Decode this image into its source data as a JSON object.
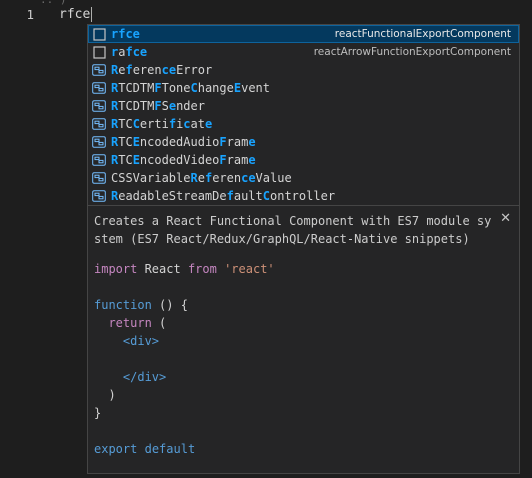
{
  "editor": {
    "line_number": "1",
    "typed_text": "rfce"
  },
  "suggestions": [
    {
      "segments": [
        {
          "t": "rfce",
          "m": true
        }
      ],
      "detail": "reactFunctionalExportComponent",
      "icon": "snippet-icon",
      "selected": true
    },
    {
      "segments": [
        {
          "t": "r",
          "m": true
        },
        {
          "t": "a",
          "m": false
        },
        {
          "t": "fce",
          "m": true
        }
      ],
      "detail": "reactArrowFunctionExportComponent",
      "icon": "snippet-icon",
      "selected": false
    },
    {
      "segments": [
        {
          "t": "R",
          "m": true
        },
        {
          "t": "e",
          "m": false
        },
        {
          "t": "f",
          "m": true
        },
        {
          "t": "eren",
          "m": false
        },
        {
          "t": "ce",
          "m": true
        },
        {
          "t": "Error",
          "m": false
        }
      ],
      "detail": "",
      "icon": "class-icon",
      "selected": false
    },
    {
      "segments": [
        {
          "t": "R",
          "m": true
        },
        {
          "t": "TCDTM",
          "m": false
        },
        {
          "t": "F",
          "m": true
        },
        {
          "t": "Tone",
          "m": false
        },
        {
          "t": "C",
          "m": true
        },
        {
          "t": "hange",
          "m": false
        },
        {
          "t": "E",
          "m": true
        },
        {
          "t": "vent",
          "m": false
        }
      ],
      "detail": "",
      "icon": "class-icon",
      "selected": false
    },
    {
      "segments": [
        {
          "t": "R",
          "m": true
        },
        {
          "t": "TC",
          "m": false
        },
        {
          "t": "D",
          "m": false
        },
        {
          "t": "TM",
          "m": false
        },
        {
          "t": "F",
          "m": true
        },
        {
          "t": "S",
          "m": false
        },
        {
          "t": "e",
          "m": true
        },
        {
          "t": "nder",
          "m": false
        }
      ],
      "detail": "",
      "icon": "class-icon",
      "selected": false
    },
    {
      "segments": [
        {
          "t": "R",
          "m": true
        },
        {
          "t": "TC",
          "m": false
        },
        {
          "t": "C",
          "m": true
        },
        {
          "t": "erti",
          "m": false
        },
        {
          "t": "f",
          "m": true
        },
        {
          "t": "i",
          "m": false
        },
        {
          "t": "c",
          "m": true
        },
        {
          "t": "at",
          "m": false
        },
        {
          "t": "e",
          "m": true
        }
      ],
      "detail": "",
      "icon": "class-icon",
      "selected": false
    },
    {
      "segments": [
        {
          "t": "R",
          "m": true
        },
        {
          "t": "TC",
          "m": false
        },
        {
          "t": "E",
          "m": true
        },
        {
          "t": "ncodedAudio",
          "m": false
        },
        {
          "t": "F",
          "m": true
        },
        {
          "t": "ram",
          "m": false
        },
        {
          "t": "e",
          "m": true
        }
      ],
      "detail": "",
      "icon": "class-icon",
      "selected": false
    },
    {
      "segments": [
        {
          "t": "R",
          "m": true
        },
        {
          "t": "TC",
          "m": false
        },
        {
          "t": "E",
          "m": true
        },
        {
          "t": "ncodedVideo",
          "m": false
        },
        {
          "t": "F",
          "m": true
        },
        {
          "t": "ram",
          "m": false
        },
        {
          "t": "e",
          "m": true
        }
      ],
      "detail": "",
      "icon": "class-icon",
      "selected": false
    },
    {
      "segments": [
        {
          "t": "CSSVariable",
          "m": false
        },
        {
          "t": "R",
          "m": true
        },
        {
          "t": "e",
          "m": false
        },
        {
          "t": "f",
          "m": true
        },
        {
          "t": "eren",
          "m": false
        },
        {
          "t": "ce",
          "m": true
        },
        {
          "t": "Value",
          "m": false
        }
      ],
      "detail": "",
      "icon": "class-icon",
      "selected": false
    },
    {
      "segments": [
        {
          "t": "R",
          "m": true
        },
        {
          "t": "eadableStream",
          "m": false
        },
        {
          "t": "D",
          "m": false
        },
        {
          "t": "e",
          "m": false
        },
        {
          "t": "f",
          "m": true
        },
        {
          "t": "ault",
          "m": false
        },
        {
          "t": "C",
          "m": true
        },
        {
          "t": "ontrol",
          "m": false
        },
        {
          "t": "le",
          "m": false
        },
        {
          "t": "r",
          "m": false
        }
      ],
      "detail": "",
      "icon": "class-icon",
      "selected": false
    }
  ],
  "documentation": {
    "description": "Creates a React Functional Component with ES7 module system (ES7 React/Redux/GraphQL/React-Native snippets)",
    "close_glyph": "✕",
    "code_lines": [
      [
        {
          "t": "import",
          "c": "ctl"
        },
        {
          "t": " React ",
          "c": "plain"
        },
        {
          "t": "from",
          "c": "ctl"
        },
        {
          "t": " ",
          "c": "plain"
        },
        {
          "t": "'react'",
          "c": "str"
        }
      ],
      [],
      [
        {
          "t": "function",
          "c": "kw"
        },
        {
          "t": " () {",
          "c": "plain"
        }
      ],
      [
        {
          "t": "  ",
          "c": "plain"
        },
        {
          "t": "return",
          "c": "ctl"
        },
        {
          "t": " (",
          "c": "plain"
        }
      ],
      [
        {
          "t": "    ",
          "c": "plain"
        },
        {
          "t": "<div>",
          "c": "tag"
        }
      ],
      [],
      [
        {
          "t": "    ",
          "c": "plain"
        },
        {
          "t": "</div>",
          "c": "tag"
        }
      ],
      [
        {
          "t": "  )",
          "c": "plain"
        }
      ],
      [
        {
          "t": "}",
          "c": "plain"
        }
      ],
      [],
      [
        {
          "t": "export",
          "c": "kw"
        },
        {
          "t": " ",
          "c": "plain"
        },
        {
          "t": "default",
          "c": "kw"
        }
      ]
    ]
  },
  "colors": {
    "match_highlight": "#18a3ff",
    "selected_background": "#04395e",
    "editor_background": "#1e1e1e",
    "widget_background": "#252526"
  }
}
